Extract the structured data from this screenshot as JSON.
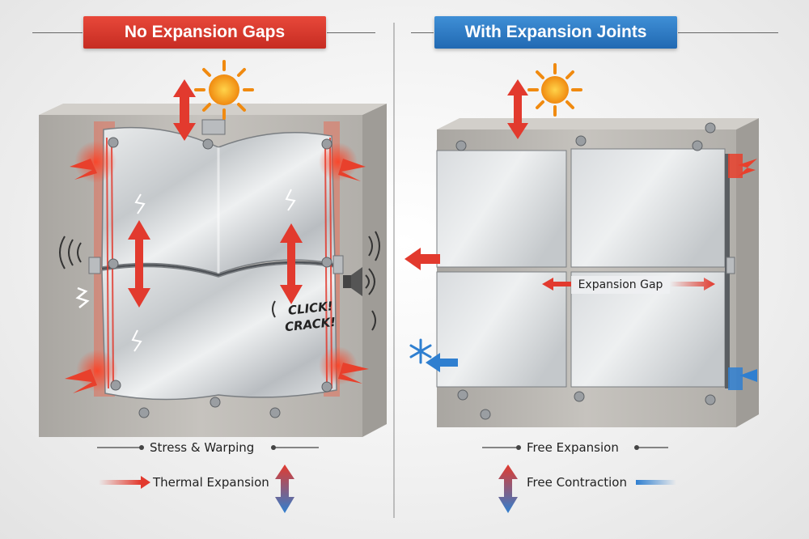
{
  "left_panel": {
    "title": "No Expansion Gaps",
    "sound_words": [
      "CLICK!",
      "CRACK!"
    ],
    "legend": {
      "stress": "Stress & Warping",
      "thermal": "Thermal Expansion"
    }
  },
  "right_panel": {
    "title": "With Expansion Joints",
    "gap_label": "Expansion Gap",
    "legend": {
      "free_expansion": "Free Expansion",
      "free_contraction": "Free Contraction"
    }
  },
  "colors": {
    "heat_red": "#e23a2e",
    "cold_blue": "#2f7fd0",
    "banner_red": "#d8372b",
    "banner_blue": "#2c7cc6",
    "metal": "#cfd3d6",
    "concrete": "#bdbab5"
  },
  "icons": [
    "sun-icon",
    "snowflake-icon",
    "speaker-icon",
    "crack-icon"
  ]
}
